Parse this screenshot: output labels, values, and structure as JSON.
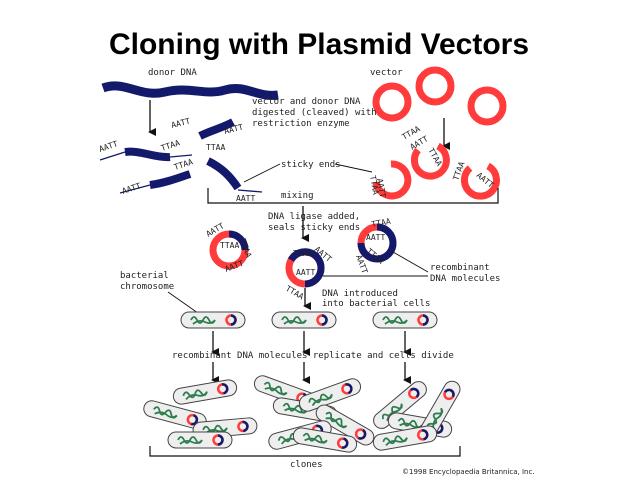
{
  "title": "Cloning with Plasmid Vectors",
  "labels": {
    "donor_dna": "donor DNA",
    "vector": "vector",
    "digest_line1": "vector and donor DNA",
    "digest_line2": "digested (cleaved) with",
    "digest_line3": "restriction enzyme",
    "sticky_ends": "sticky ends",
    "mixing": "mixing",
    "ligase_line1": "DNA ligase added,",
    "ligase_line2": "seals sticky ends",
    "recombinant_line1": "recombinant",
    "recombinant_line2": "DNA molecules",
    "bacterial_line1": "bacterial",
    "bacterial_line2": "chromosome",
    "introduced_line1": "DNA introduced",
    "introduced_line2": "into bacterial cells",
    "replicate": "recombinant DNA molecules replicate and cells divide",
    "clones": "clones",
    "copyright": "©1998 Encyclopaedia Britannica, Inc."
  },
  "sequences": {
    "aatt": "AATT",
    "ttaa": "TTAA"
  },
  "colors": {
    "donor": "#141a6b",
    "vector": "#ff3b3b",
    "cell_fill": "#eeeeee",
    "cell_stroke": "#444444",
    "chromosome": "#2e7d4f",
    "arrow": "#111111"
  }
}
